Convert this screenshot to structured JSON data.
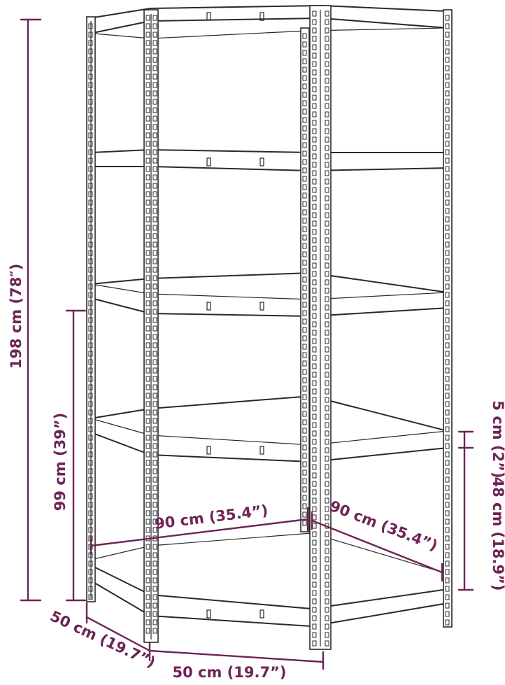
{
  "dimensions": {
    "total_height": "198 cm (78″)",
    "mid_height": "99 cm (39”)",
    "shelf_gap": "48 cm (18.9”)",
    "foot_height": "5 cm (2”)",
    "left_depth": "50 cm (19.7”)",
    "front_depth": "50 cm (19.7”)",
    "left_width": "90 cm (35.4”)",
    "right_width": "90 cm (35.4”)"
  },
  "colors": {
    "dimension": "#6e2456",
    "line": "#2a2a2a"
  }
}
